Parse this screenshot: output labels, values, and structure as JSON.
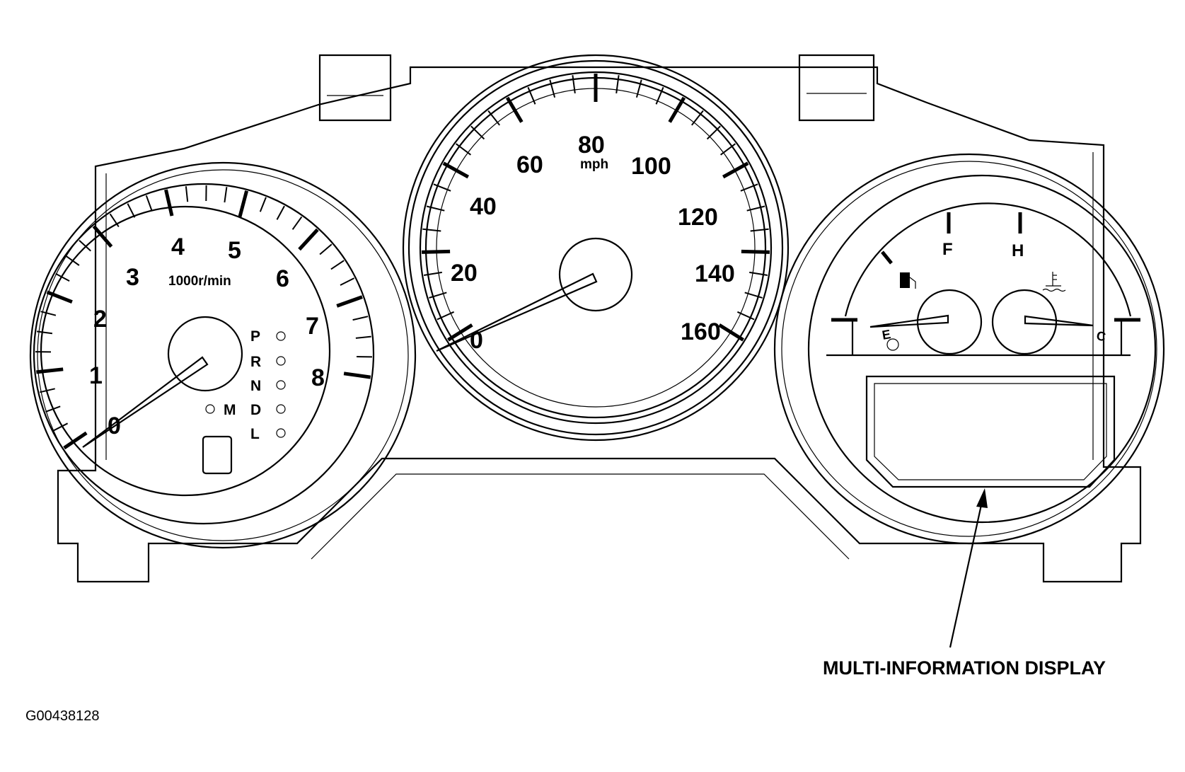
{
  "tachometer": {
    "numbers": [
      "0",
      "1",
      "2",
      "3",
      "4",
      "5",
      "6",
      "7",
      "8"
    ],
    "unit_label": "1000r/min",
    "gear_letters": [
      "P",
      "R",
      "N",
      "D",
      "L"
    ],
    "manual_label": "M"
  },
  "speedometer": {
    "numbers": [
      "0",
      "20",
      "40",
      "60",
      "80",
      "100",
      "120",
      "140",
      "160"
    ],
    "unit_label": "mph"
  },
  "fuel_temp": {
    "fuel_full": "F",
    "temp_hot": "H",
    "fuel_empty": "E",
    "temp_cold": "C"
  },
  "callout": {
    "text": "MULTI-INFORMATION DISPLAY"
  },
  "figure_id": "G00438128"
}
